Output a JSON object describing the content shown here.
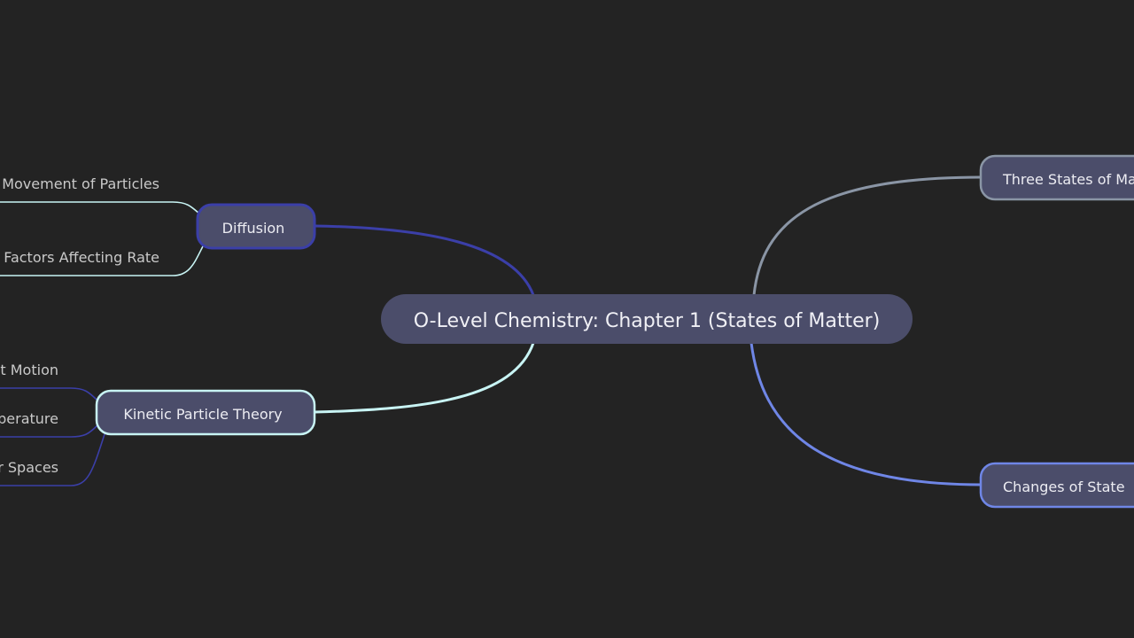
{
  "colors": {
    "background": "#232323",
    "node_fill": "#4b4d6a",
    "diffusion": "#3b3fa8",
    "kinetic_particle_theory": "#c8f4f4",
    "three_states": "#8a95a5",
    "changes_of_state": "#6f86e6"
  },
  "root": {
    "label": "O-Level Chemistry: Chapter 1 (States of Matter)"
  },
  "branches": {
    "diffusion": {
      "label": "Diffusion",
      "children": [
        "Movement of Particles",
        "Factors Affecting Rate"
      ]
    },
    "kinetic_particle_theory": {
      "label": "Kinetic Particle Theory",
      "children": [
        "t Motion",
        "perature",
        "r Spaces"
      ]
    },
    "three_states": {
      "label": "Three States of Ma"
    },
    "changes_of_state": {
      "label": "Changes of State"
    }
  }
}
